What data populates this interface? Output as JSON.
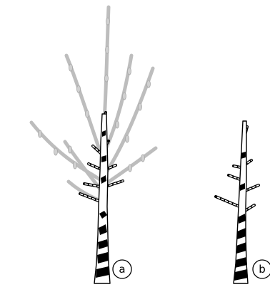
{
  "figures": [
    {
      "id": "a",
      "label": "a"
    },
    {
      "id": "b",
      "label": "b"
    }
  ]
}
